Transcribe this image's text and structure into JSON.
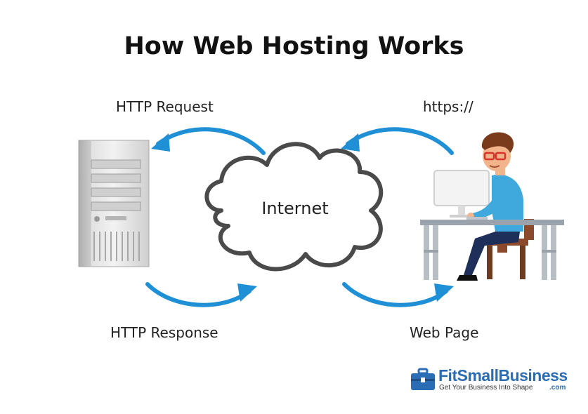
{
  "title": "How Web Hosting Works",
  "labels": {
    "http_request": "HTTP Request",
    "https": "https://",
    "http_response": "HTTP Response",
    "web_page": "Web Page",
    "internet": "Internet"
  },
  "brand": {
    "name": "FitSmallBusiness",
    "tagline": "Get Your Business Into Shape",
    "domain": ".com"
  },
  "colors": {
    "arrow": "#1f8fd6",
    "cloud_stroke": "#4a4a4a",
    "brand": "#2a6db5"
  },
  "icons": [
    "server-icon",
    "cloud-icon",
    "person-at-computer-icon",
    "briefcase-icon"
  ]
}
